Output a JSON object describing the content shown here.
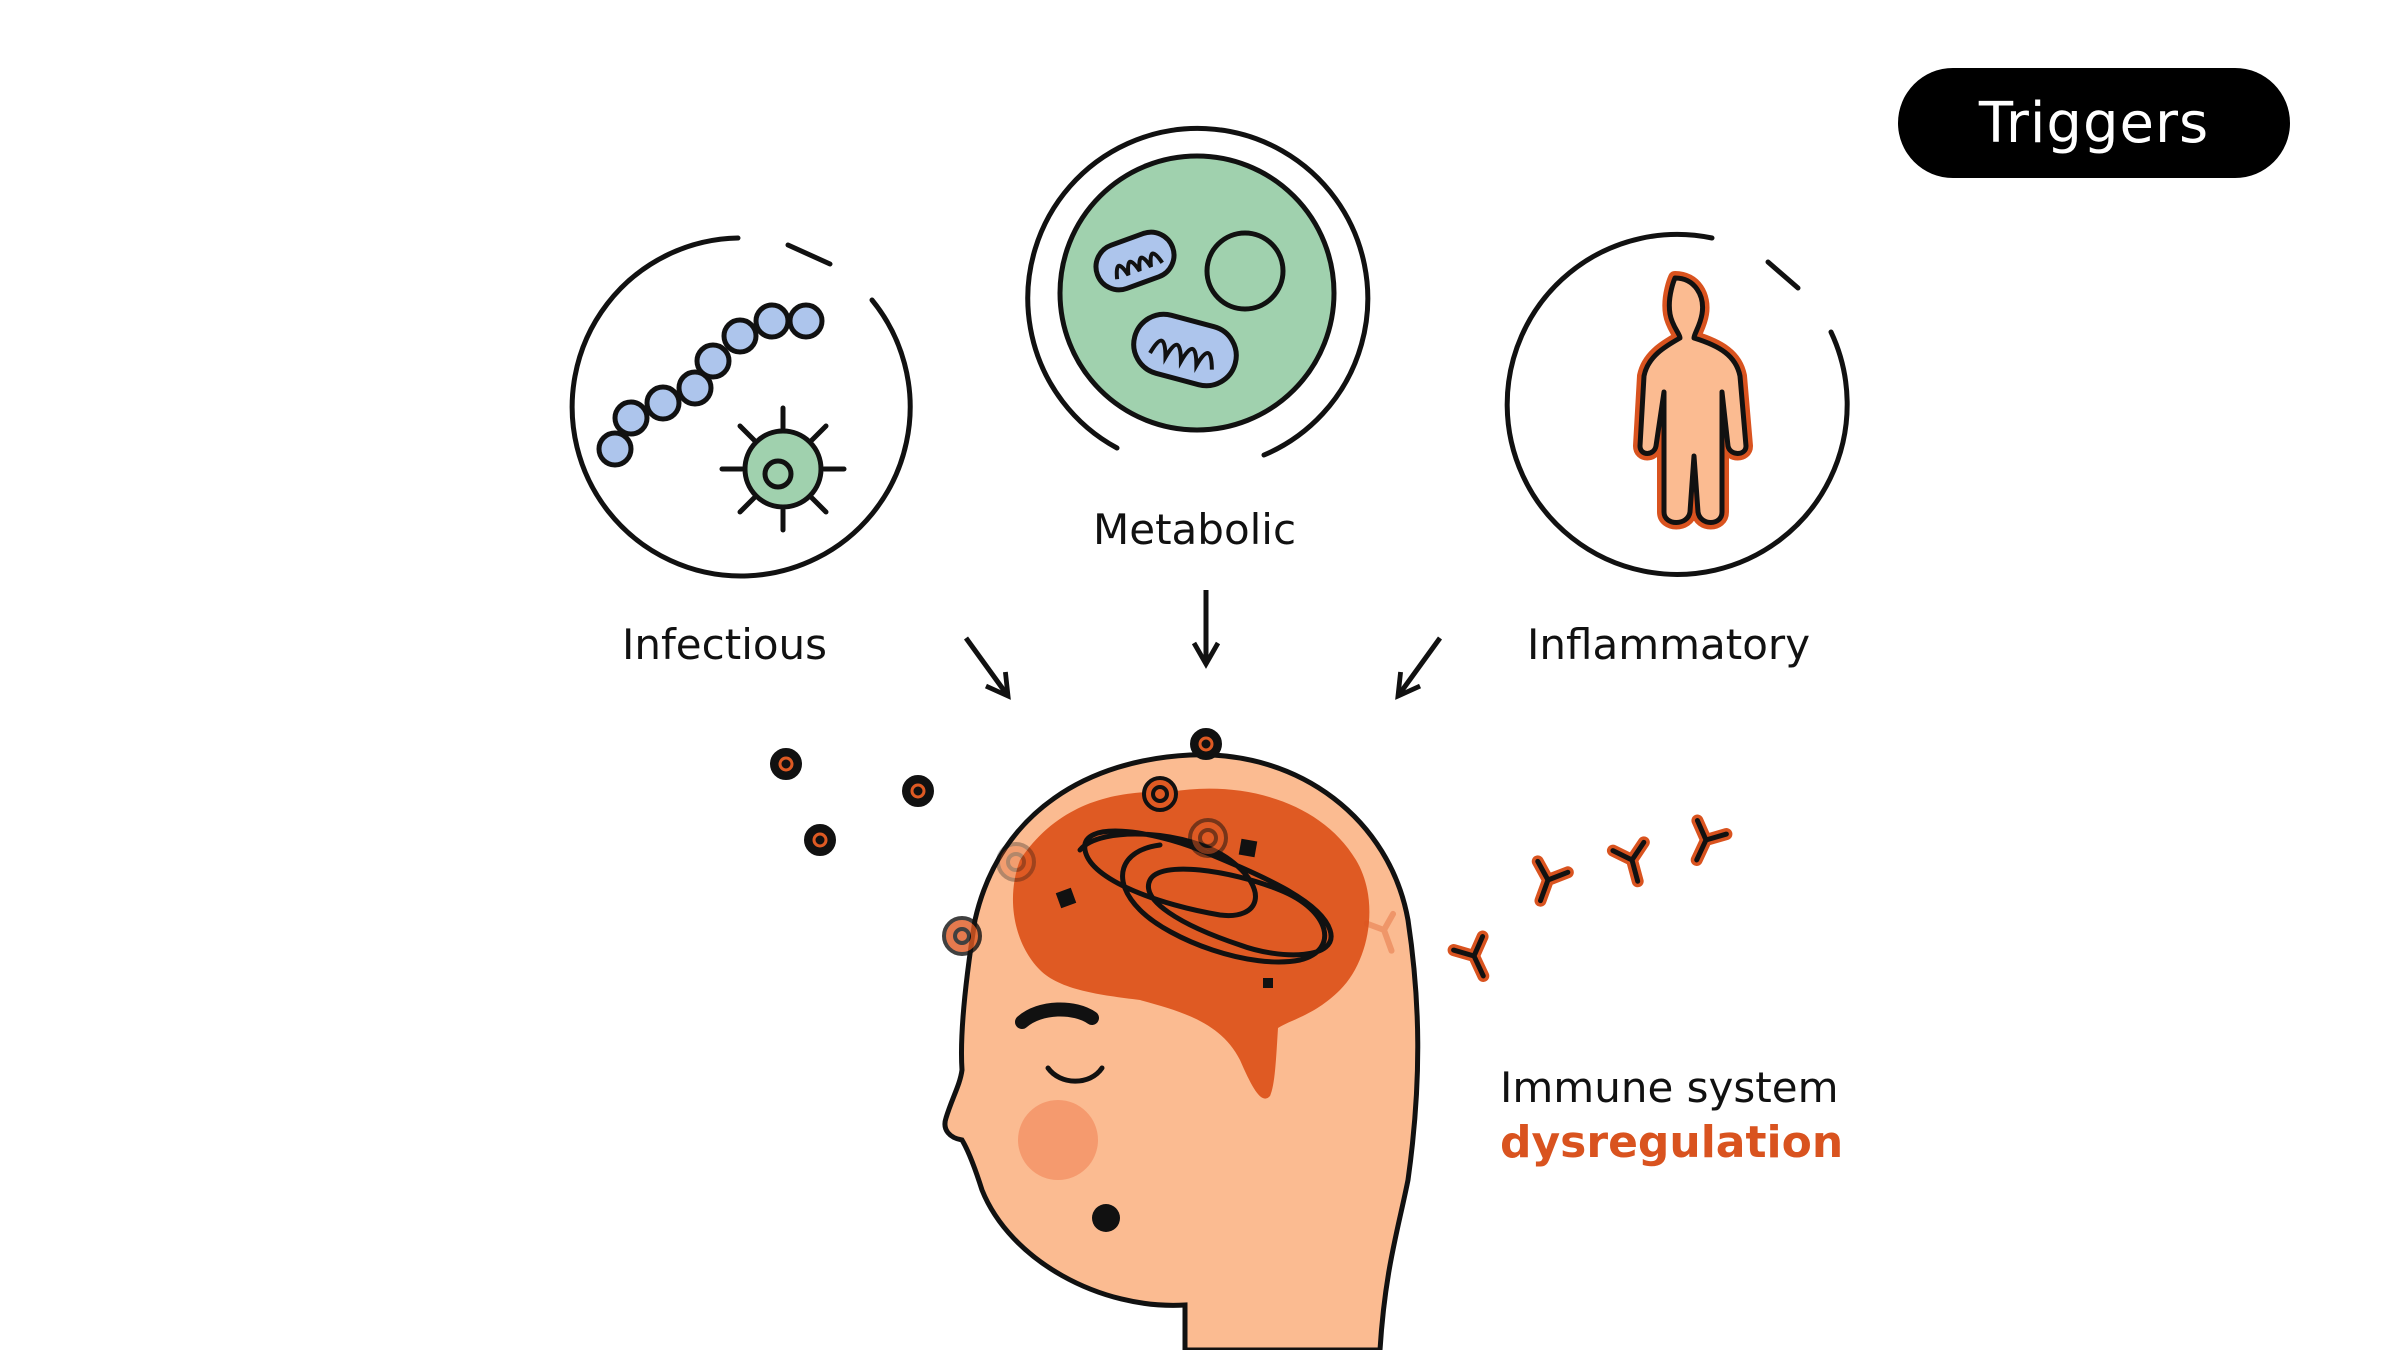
{
  "header": {
    "badge_label": "Triggers"
  },
  "triggers": [
    {
      "name": "Infectious",
      "icon": "bacteria-icon"
    },
    {
      "name": "Metabolic",
      "icon": "cell-mitochondria-icon"
    },
    {
      "name": "Inflammatory",
      "icon": "inflamed-body-icon"
    }
  ],
  "outcome": {
    "line1": "Immune system",
    "line2": "dysregulation"
  },
  "colors": {
    "accent": "#d9531f",
    "skin": "#fbbb91",
    "cheek": "#f59a6e",
    "brain": "#df5a23",
    "cell_green": "#a0d1ae",
    "bacteria_blue": "#adc5ec",
    "outline": "#111111"
  }
}
